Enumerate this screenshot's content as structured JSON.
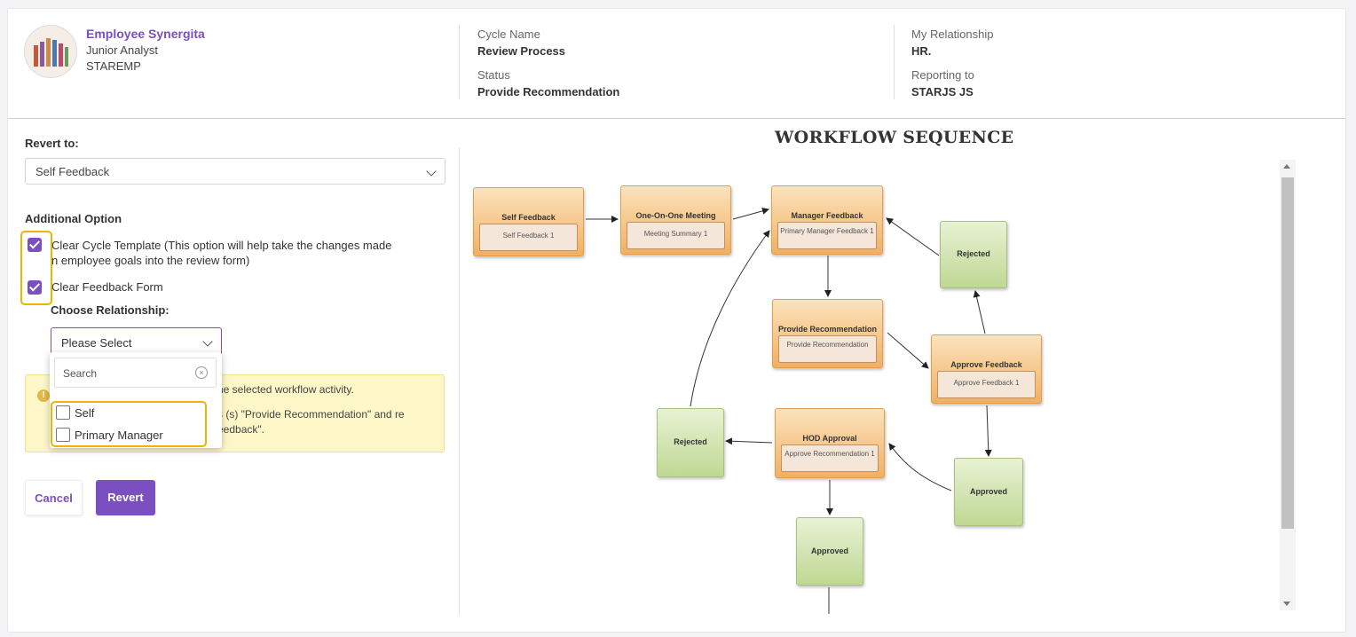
{
  "employee": {
    "name": "Employee Synergita",
    "title": "Junior Analyst",
    "code": "STAREMP"
  },
  "cycle": {
    "name_label": "Cycle Name",
    "name_value": "Review Process",
    "status_label": "Status",
    "status_value": "Provide Recommendation"
  },
  "relationship": {
    "label": "My Relationship",
    "value": "HR.",
    "reporting_label": "Reporting to",
    "reporting_value": "STARJS JS"
  },
  "form": {
    "revert_label": "Revert to:",
    "revert_value": "Self Feedback",
    "additional_label": "Additional Option",
    "opt1_line1": "Clear Cycle Template (This option will help take the changes made",
    "opt1_line2": "n employee goals into the review form)",
    "opt2": "Clear Feedback Form",
    "choose_rel_label": "Choose Relationship:",
    "rel_select_value": "Please Select",
    "dropdown": {
      "search_placeholder": "Search",
      "options": [
        "Self",
        "Primary Manager"
      ]
    },
    "info_line1": "he selected workflow activity.",
    "info_line2": "s (s) \"Provide Recommendation\" and re",
    "info_line3": "eedback\".",
    "cancel_label": "Cancel",
    "revert_btn_label": "Revert"
  },
  "workflow": {
    "title": "WORKFLOW SEQUENCE",
    "nodes": {
      "self_feedback": {
        "title": "Self Feedback",
        "sub": "Self Feedback 1"
      },
      "one_on_one": {
        "title": "One-On-One Meeting",
        "sub": "Meeting Summary 1"
      },
      "manager_feedback": {
        "title": "Manager Feedback",
        "sub": "Primary Manager Feedback 1"
      },
      "provide_rec": {
        "title": "Provide Recommendation",
        "sub": "Provide Recommendation"
      },
      "approve_feedback": {
        "title": "Approve Feedback",
        "sub": "Approve Feedback 1"
      },
      "hod_approval": {
        "title": "HOD Approval",
        "sub": "Approve Recommendation 1"
      },
      "rejected_1": {
        "title": "Rejected"
      },
      "rejected_2": {
        "title": "Rejected"
      },
      "approved_1": {
        "title": "Approved"
      },
      "approved_2": {
        "title": "Approved"
      }
    }
  },
  "colors": {
    "accent": "#7b4fc0",
    "highlight": "#f0b400",
    "info_bg": "#fdf7c8"
  }
}
